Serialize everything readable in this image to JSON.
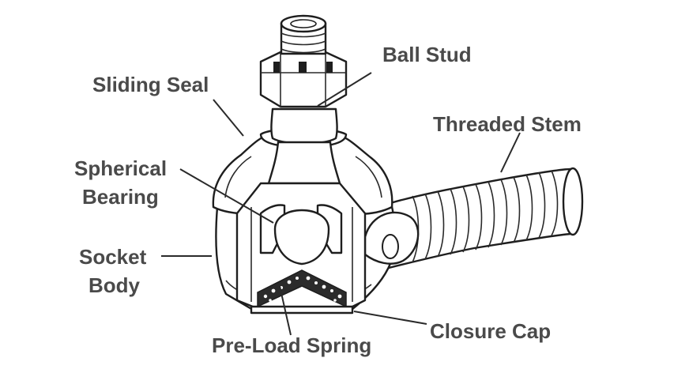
{
  "labels": {
    "ball_stud": "Ball Stud",
    "sliding_seal": "Sliding Seal",
    "threaded_stem": "Threaded Stem",
    "spherical_bearing_1": "Spherical",
    "spherical_bearing_2": "Bearing",
    "socket_body_1": "Socket",
    "socket_body_2": "Body",
    "pre_load_spring": "Pre-Load Spring",
    "closure_cap": "Closure Cap"
  },
  "colors": {
    "outline": "#1e1e1e",
    "label": "#4a4a4a",
    "background": "#ffffff"
  }
}
